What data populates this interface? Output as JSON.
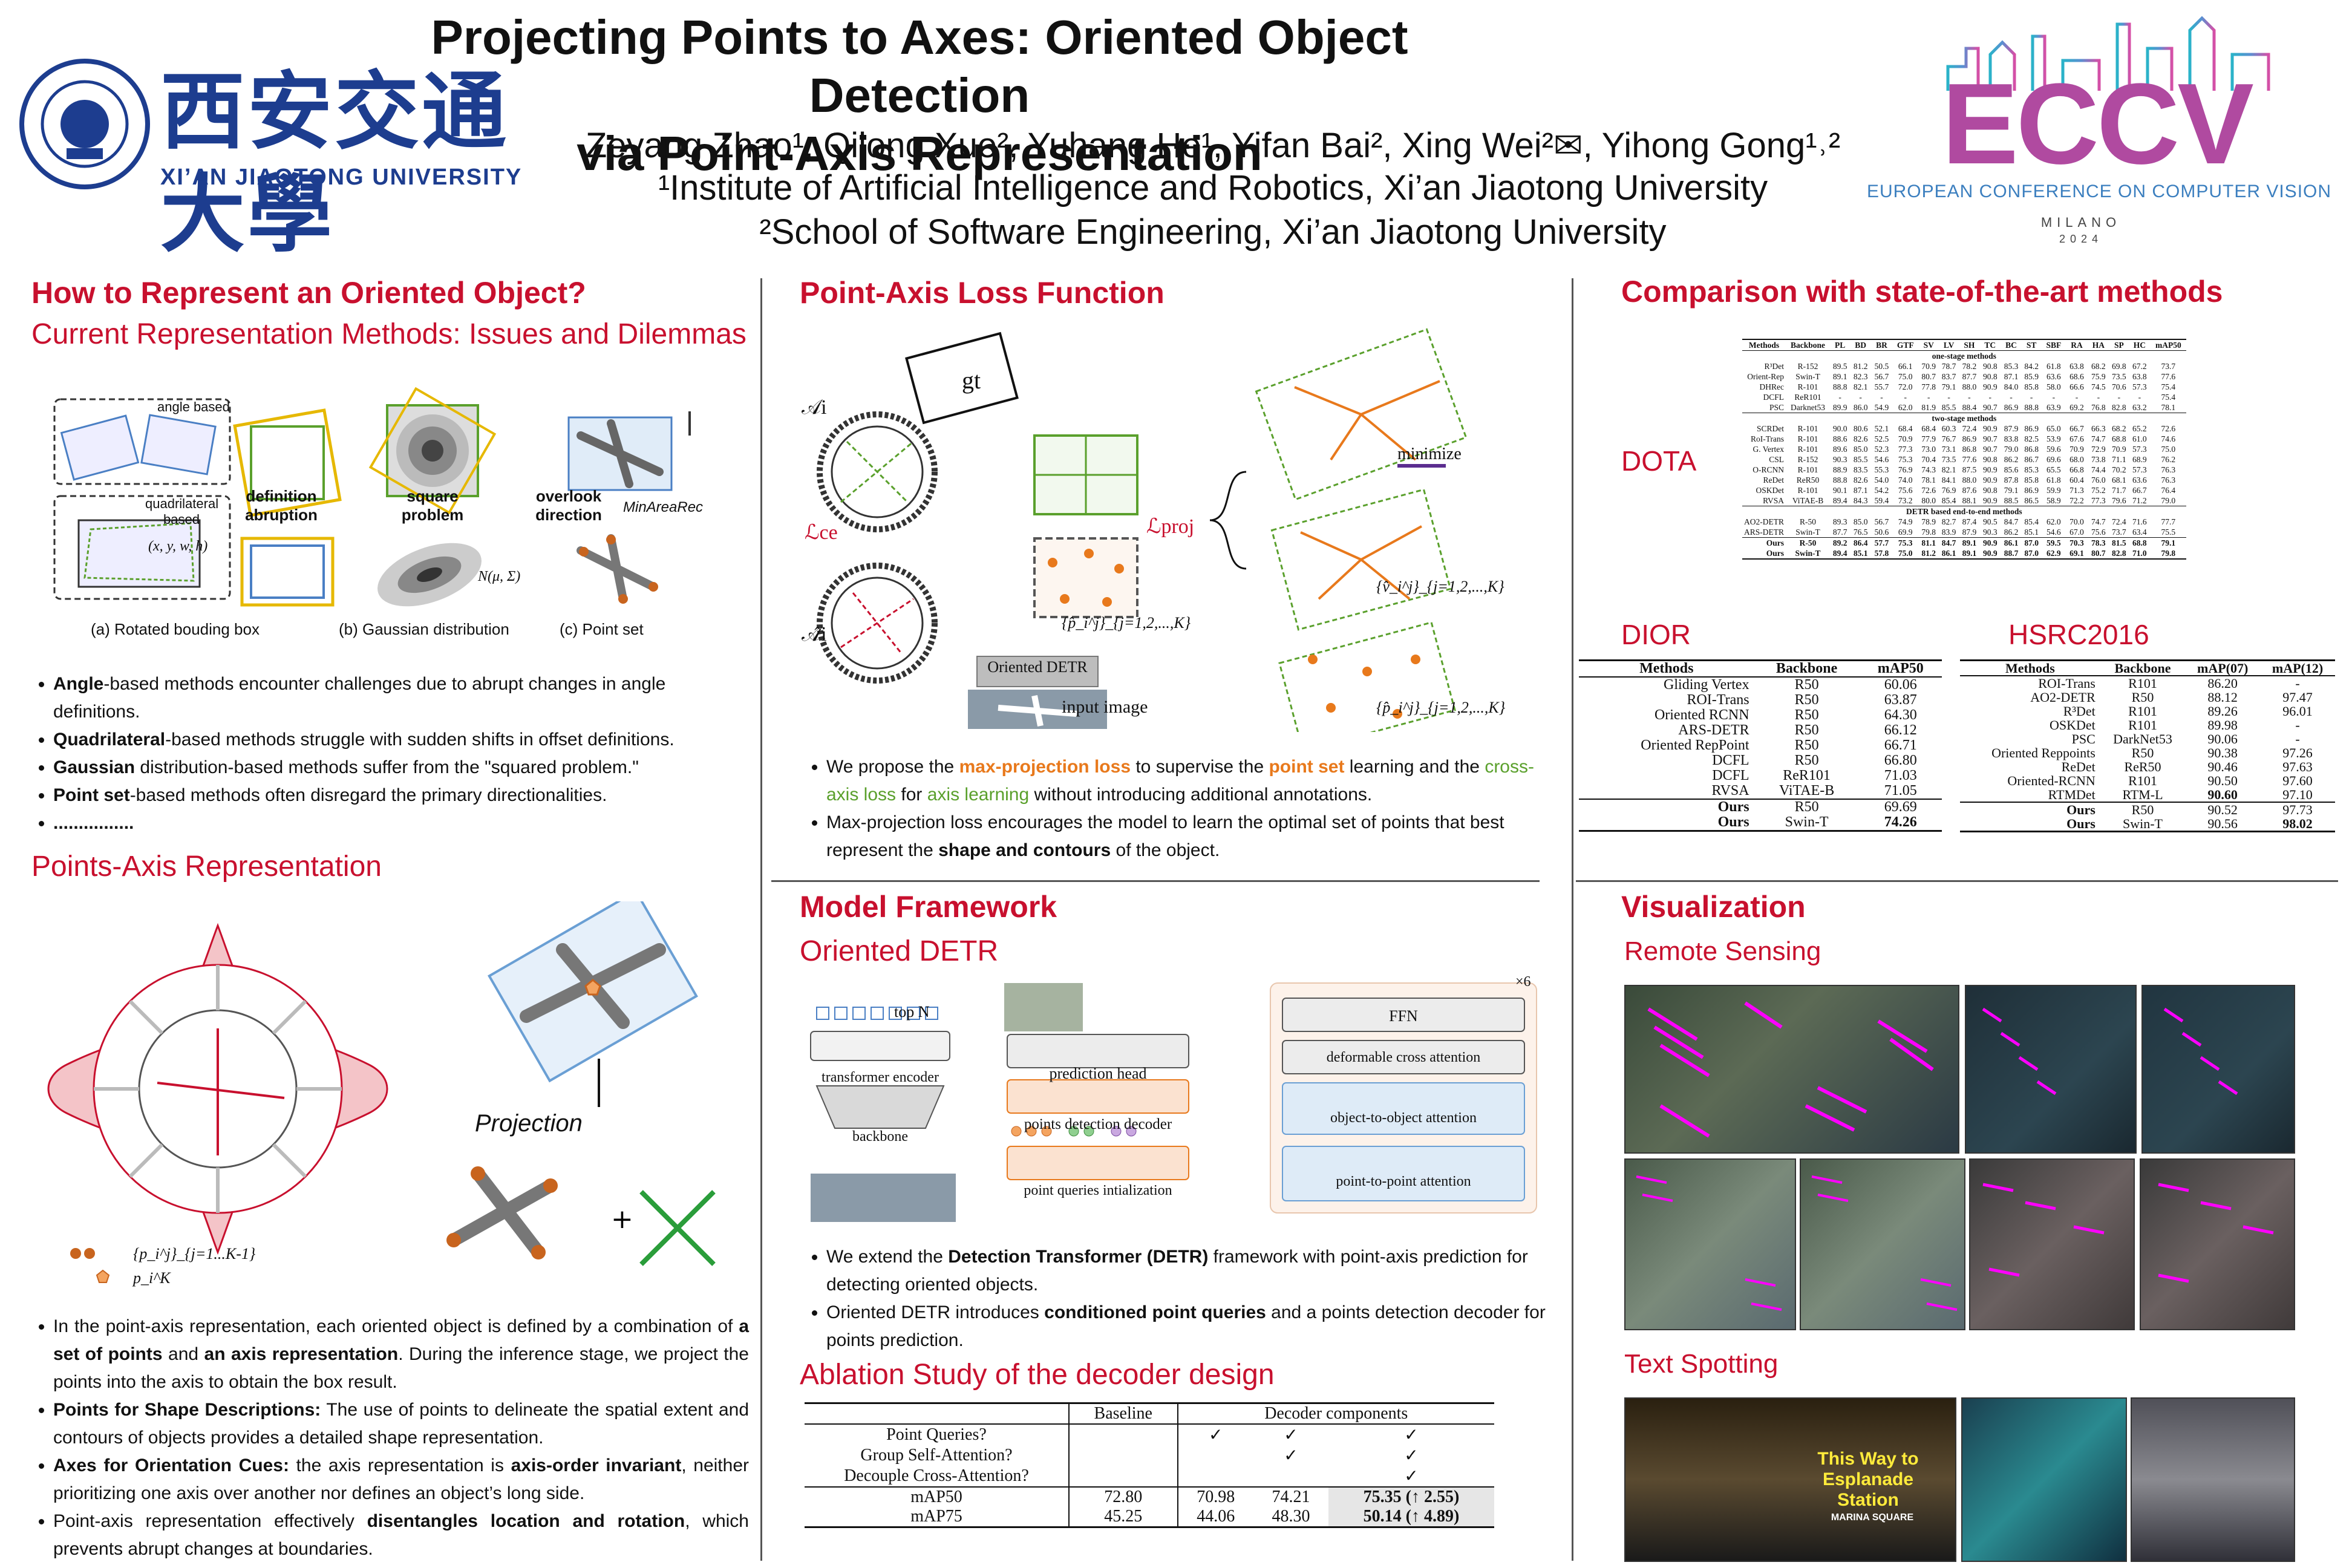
{
  "header": {
    "title_line1": "Projecting Points to Axes: Oriented Object Detection",
    "title_line2": "via Point-Axis Representation",
    "authors": "Zeyang Zhao¹, Qilong Xue², Yuhang He¹, Yifan Bai², Xing Wei²✉, Yihong Gong¹˒²",
    "affiliation1": "¹Institute of Artificial Intelligence and Robotics, Xi’an Jiaotong University",
    "affiliation2": "²School of Software Engineering, Xi’an Jiaotong University",
    "university_cn": "西安交通大學",
    "university_en": "XI’AN JIAOTONG UNIVERSITY",
    "conf_logo": "ECCV",
    "conf_name": "EUROPEAN CONFERENCE ON COMPUTER VISION",
    "conf_city": "MILANO",
    "conf_year": "2024"
  },
  "col1": {
    "section1_title": "How to Represent an Oriented Object?",
    "section1_sub": "Current Representation Methods: Issues and Dilemmas",
    "fig1_labels": {
      "angle_based": "angle based",
      "quad_based": "quadrilateral based",
      "xywh": "(x, y, w, h)",
      "def_abruption": "definition abruption",
      "square_problem": "square problem",
      "overlook_direction": "overlook direction",
      "minarearec": "MinAreaRec",
      "gaussian_n": "N(μ, Σ)",
      "cap_a": "(a) Rotated bouding box",
      "cap_b": "(b) Gaussian distribution",
      "cap_c": "(c) Point set"
    },
    "bullets1": [
      {
        "bold": "Angle",
        "rest": "-based methods encounter challenges due to abrupt changes in angle definitions."
      },
      {
        "bold": "Quadrilateral",
        "rest": "-based methods struggle with sudden shifts in offset definitions."
      },
      {
        "bold": "Gaussian",
        "rest": " distribution-based methods suffer from the \"squared problem.\""
      },
      {
        "bold": "Point set",
        "rest": "-based methods often disregard the primary directionalities."
      },
      {
        "bold": "................",
        "rest": ""
      }
    ],
    "section2_title": "Points-Axis Representation",
    "fig2_labels": {
      "projection": "Projection",
      "points": "{p_i^j}_{j=1...K-1}",
      "pk": "p_i^K"
    },
    "bullets2": [
      {
        "parts": [
          "In the point-axis representation, each oriented object is defined by a combination of ",
          "a set of points",
          " and ",
          "an axis representation",
          ". During the inference stage, we project the points into the axis to obtain the box result."
        ]
      },
      {
        "parts": [
          "",
          "Points for Shape Descriptions:",
          " The use of points to delineate the spatial extent and contours of objects provides a detailed shape representation."
        ]
      },
      {
        "parts": [
          "",
          "Axes for Orientation Cues:",
          " the axis representation is ",
          "axis-order invariant",
          ", neither prioritizing one axis over another nor defines an object’s long side."
        ]
      },
      {
        "parts": [
          "Point-axis representation effectively ",
          "disentangles location and rotation",
          ", which prevents abrupt changes at boundaries."
        ]
      }
    ]
  },
  "col2": {
    "section1_title": "Point-Axis Loss Function",
    "loss_labels": {
      "gt": "gt",
      "ce": "ℒce",
      "proj": "ℒproj",
      "oriented_detr": "Oriented DETR",
      "input_image": "input image",
      "minimize": "minimize",
      "p_hat": "{p̂_i^j}_{j=1,2,...,K}",
      "v_hat": "{v̂_i^j}_{j=1,2,...,K}",
      "a_i": "𝒜i",
      "a_hat": "𝒜̂i"
    },
    "bullets1": [
      {
        "parts": [
          "We propose the ",
          "max-projection loss",
          " to supervise the ",
          "point set",
          " learning and the ",
          "cross-axis loss",
          " for ",
          "axis learning",
          " without introducing additional annotations."
        ]
      },
      {
        "parts": [
          "Max-projection loss",
          " encourages the model to learn the optimal set of points that best represent the ",
          "shape and contours",
          " of the object."
        ]
      }
    ],
    "section2_title": "Model Framework",
    "section2_sub": "Oriented DETR",
    "framework_labels": {
      "top_n": "top N",
      "transformer_encoder": "transformer encoder",
      "backbone": "backbone",
      "prediction_head": "prediction head",
      "points_detection_decoder": "points detection decoder",
      "point_queries_init": "point queries intialization",
      "ffn": "FFN",
      "deformable_cross_attention": "deformable cross attention",
      "object_to_object": "object-to-object attention",
      "point_to_point": "point-to-point attention",
      "times6": "×6"
    },
    "bullets2": [
      {
        "parts": [
          "We extend the ",
          "Detection Transformer (DETR)",
          " framework with point-axis prediction for detecting oriented objects."
        ]
      },
      {
        "parts": [
          "Oriented DETR introduces ",
          "conditioned point queries",
          " and a points detection decoder for points prediction."
        ]
      }
    ],
    "section3_title": "Ablation Study of the decoder design",
    "ablation": {
      "header": [
        "",
        "Baseline",
        "Decoder components",
        "",
        ""
      ],
      "rows": [
        [
          "Point Queries?",
          "",
          "✓",
          "✓",
          "✓"
        ],
        [
          "Group Self-Attention?",
          "",
          "",
          "✓",
          "✓"
        ],
        [
          "Decouple Cross-Attention?",
          "",
          "",
          "",
          "✓"
        ],
        [
          "mAP50",
          "72.80",
          "70.98",
          "74.21",
          "75.35 (↑ 2.55)"
        ],
        [
          "mAP75",
          "45.25",
          "44.06",
          "48.30",
          "50.14 (↑ 4.89)"
        ]
      ]
    }
  },
  "col3": {
    "section1_title": "Comparison with state-of-the-art methods",
    "dota_label": "DOTA",
    "dota": {
      "header": [
        "Methods",
        "Backbone",
        "PL",
        "BD",
        "BR",
        "GTF",
        "SV",
        "LV",
        "SH",
        "TC",
        "BC",
        "ST",
        "SBF",
        "RA",
        "HA",
        "SP",
        "HC",
        "mAP50"
      ],
      "groups": [
        {
          "name": "one-stage methods",
          "rows": [
            [
              "R³Det",
              "R-152",
              "89.5",
              "81.2",
              "50.5",
              "66.1",
              "70.9",
              "78.7",
              "78.2",
              "90.8",
              "85.3",
              "84.2",
              "61.8",
              "63.8",
              "68.2",
              "69.8",
              "67.2",
              "73.7"
            ],
            [
              "Orient-Rep",
              "Swin-T",
              "89.1",
              "82.3",
              "56.7",
              "75.0",
              "80.7",
              "83.7",
              "87.7",
              "90.8",
              "87.1",
              "85.9",
              "63.6",
              "68.6",
              "75.9",
              "73.5",
              "63.8",
              "77.6"
            ],
            [
              "DHRec",
              "R-101",
              "88.8",
              "82.1",
              "55.7",
              "72.0",
              "77.8",
              "79.1",
              "88.0",
              "90.9",
              "84.0",
              "85.8",
              "58.0",
              "66.6",
              "74.5",
              "70.6",
              "57.3",
              "75.4"
            ],
            [
              "DCFL",
              "ReR101",
              "-",
              "-",
              "-",
              "-",
              "-",
              "-",
              "-",
              "-",
              "-",
              "-",
              "-",
              "-",
              "-",
              "-",
              "-",
              "75.4"
            ],
            [
              "PSC",
              "Darknet53",
              "89.9",
              "86.0",
              "54.9",
              "62.0",
              "81.9",
              "85.5",
              "88.4",
              "90.7",
              "86.9",
              "88.8",
              "63.9",
              "69.2",
              "76.8",
              "82.8",
              "63.2",
              "78.1"
            ]
          ]
        },
        {
          "name": "two-stage methods",
          "rows": [
            [
              "SCRDet",
              "R-101",
              "90.0",
              "80.6",
              "52.1",
              "68.4",
              "68.4",
              "60.3",
              "72.4",
              "90.9",
              "87.9",
              "86.9",
              "65.0",
              "66.7",
              "66.3",
              "68.2",
              "65.2",
              "72.6"
            ],
            [
              "RoI-Trans",
              "R-101",
              "88.6",
              "82.6",
              "52.5",
              "70.9",
              "77.9",
              "76.7",
              "86.9",
              "90.7",
              "83.8",
              "82.5",
              "53.9",
              "67.6",
              "74.7",
              "68.8",
              "61.0",
              "74.6"
            ],
            [
              "G. Vertex",
              "R-101",
              "89.6",
              "85.0",
              "52.3",
              "77.3",
              "73.0",
              "73.1",
              "86.8",
              "90.7",
              "79.0",
              "86.8",
              "59.6",
              "70.9",
              "72.9",
              "70.9",
              "57.3",
              "75.0"
            ],
            [
              "CSL",
              "R-152",
              "90.3",
              "85.5",
              "54.6",
              "75.3",
              "70.4",
              "73.5",
              "77.6",
              "90.8",
              "86.2",
              "86.7",
              "69.6",
              "68.0",
              "73.8",
              "71.1",
              "68.9",
              "76.2"
            ],
            [
              "O-RCNN",
              "R-101",
              "88.9",
              "83.5",
              "55.3",
              "76.9",
              "74.3",
              "82.1",
              "87.5",
              "90.9",
              "85.6",
              "85.3",
              "65.5",
              "66.8",
              "74.4",
              "70.2",
              "57.3",
              "76.3"
            ],
            [
              "ReDet",
              "ReR50",
              "88.8",
              "82.6",
              "54.0",
              "74.0",
              "78.1",
              "84.1",
              "88.0",
              "90.9",
              "87.8",
              "85.8",
              "61.8",
              "60.4",
              "76.0",
              "68.1",
              "63.6",
              "76.3"
            ],
            [
              "OSKDet",
              "R-101",
              "90.1",
              "87.1",
              "54.2",
              "75.6",
              "72.6",
              "76.9",
              "87.6",
              "90.8",
              "79.1",
              "86.9",
              "59.9",
              "71.3",
              "75.2",
              "71.7",
              "66.7",
              "76.4"
            ],
            [
              "RVSA",
              "ViTAE-B",
              "89.4",
              "84.3",
              "59.4",
              "73.2",
              "80.0",
              "85.4",
              "88.1",
              "90.9",
              "88.5",
              "86.5",
              "58.9",
              "72.2",
              "77.3",
              "79.6",
              "71.2",
              "79.0"
            ]
          ]
        },
        {
          "name": "DETR based end-to-end methods",
          "rows": [
            [
              "AO2-DETR",
              "R-50",
              "89.3",
              "85.0",
              "56.7",
              "74.9",
              "78.9",
              "82.7",
              "87.4",
              "90.5",
              "84.7",
              "85.4",
              "62.0",
              "70.0",
              "74.7",
              "72.4",
              "71.6",
              "77.7"
            ],
            [
              "ARS-DETR",
              "Swin-T",
              "87.7",
              "76.5",
              "50.6",
              "69.9",
              "79.8",
              "83.9",
              "87.9",
              "90.3",
              "86.2",
              "85.1",
              "54.6",
              "67.0",
              "75.6",
              "73.7",
              "63.4",
              "75.5"
            ]
          ]
        },
        {
          "name": "",
          "rows": [
            [
              "Ours",
              "R-50",
              "89.2",
              "86.4",
              "57.7",
              "75.3",
              "81.1",
              "84.7",
              "89.1",
              "90.9",
              "86.1",
              "87.0",
              "59.5",
              "70.3",
              "78.3",
              "81.5",
              "68.8",
              "79.1"
            ],
            [
              "Ours",
              "Swin-T",
              "89.4",
              "85.1",
              "57.8",
              "75.0",
              "81.2",
              "86.1",
              "89.1",
              "90.9",
              "88.7",
              "87.0",
              "62.9",
              "69.1",
              "80.7",
              "82.8",
              "71.0",
              "79.8"
            ]
          ]
        }
      ]
    },
    "dior_label": "DIOR",
    "dior": {
      "header": [
        "Methods",
        "Backbone",
        "mAP50"
      ],
      "rows": [
        [
          "Gliding Vertex",
          "R50",
          "60.06"
        ],
        [
          "ROI-Trans",
          "R50",
          "63.87"
        ],
        [
          "Oriented RCNN",
          "R50",
          "64.30"
        ],
        [
          "ARS-DETR",
          "R50",
          "66.12"
        ],
        [
          "Oriented RepPoint",
          "R50",
          "66.71"
        ],
        [
          "DCFL",
          "R50",
          "66.80"
        ],
        [
          "DCFL",
          "ReR101",
          "71.03"
        ],
        [
          "RVSA",
          "ViTAE-B",
          "71.05"
        ]
      ],
      "ours": [
        [
          "Ours",
          "R50",
          "69.69"
        ],
        [
          "Ours",
          "Swin-T",
          "74.26"
        ]
      ]
    },
    "hrsc_label": "HSRC2016",
    "hrsc": {
      "header": [
        "Methods",
        "Backbone",
        "mAP(07)",
        "mAP(12)"
      ],
      "rows": [
        [
          "ROI-Trans",
          "R101",
          "86.20",
          "-"
        ],
        [
          "AO2-DETR",
          "R50",
          "88.12",
          "97.47"
        ],
        [
          "R³Det",
          "R101",
          "89.26",
          "96.01"
        ],
        [
          "OSKDet",
          "R101",
          "89.98",
          "-"
        ],
        [
          "PSC",
          "DarkNet53",
          "90.06",
          "-"
        ],
        [
          "Oriented Reppoints",
          "R50",
          "90.38",
          "97.26"
        ],
        [
          "ReDet",
          "ReR50",
          "90.46",
          "97.63"
        ],
        [
          "Oriented-RCNN",
          "R101",
          "90.50",
          "97.60"
        ],
        [
          "RTMDet",
          "RTM-L",
          "90.60",
          "97.10"
        ]
      ],
      "ours": [
        [
          "Ours",
          "R50",
          "90.52",
          "97.73"
        ],
        [
          "Ours",
          "Swin-T",
          "90.56",
          "98.02"
        ]
      ]
    },
    "section2_title": "Visualization",
    "vis_sub1": "Remote Sensing",
    "vis_sub2": "Text Spotting",
    "text_spot_signs": [
      "This Way to Esplanade Station",
      "MARINA SQUARE"
    ]
  }
}
